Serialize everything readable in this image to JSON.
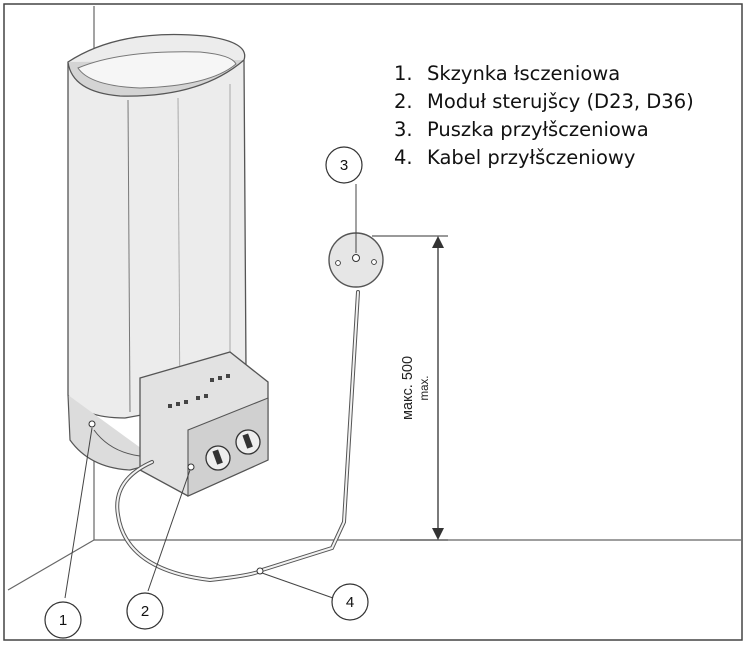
{
  "legend": {
    "items": [
      {
        "num": "1.",
        "label": "Skzynka łsczeniowa"
      },
      {
        "num": "2.",
        "label": "Moduł sterujšcy (D23, D36)"
      },
      {
        "num": "3.",
        "label": "Puszka przyłšczeniowa"
      },
      {
        "num": "4.",
        "label": "Kabel przyłšczeniowy"
      }
    ]
  },
  "callouts": {
    "c1": "1",
    "c2": "2",
    "c3": "3",
    "c4": "4"
  },
  "dimension": {
    "value": "макс. 500",
    "unit": "max."
  }
}
